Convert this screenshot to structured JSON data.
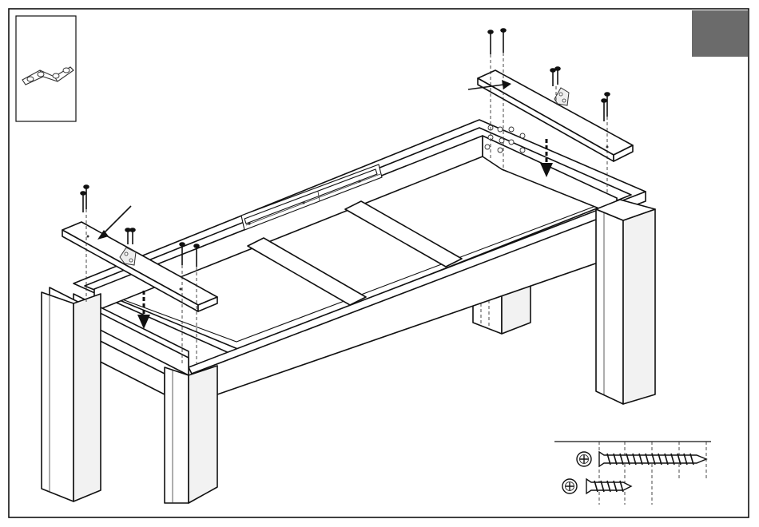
{
  "page": {
    "border_color": "#111111",
    "step_tab_color": "#6b6b6b",
    "background": "#ffffff"
  },
  "parts_box": {
    "icon": "corner-bracket-icon"
  },
  "components": {
    "tabletop": "table-frame-illustration",
    "left_cleat": "mounting-cleat-left",
    "right_cleat": "mounting-cleat-right",
    "drawer_slide": "drawer-slide-rail",
    "screws": "wood-screw-icon",
    "brackets": "corner-bracket-icon",
    "arrows": [
      "pointer-arrow-left",
      "pointer-arrow-right",
      "down-arrow-left",
      "down-arrow-right"
    ]
  },
  "screw_gauge": {
    "long_screw_icon": "long-screw-icon",
    "short_screw_icon": "short-screw-icon",
    "head_icon": "phillips-head-icon"
  }
}
